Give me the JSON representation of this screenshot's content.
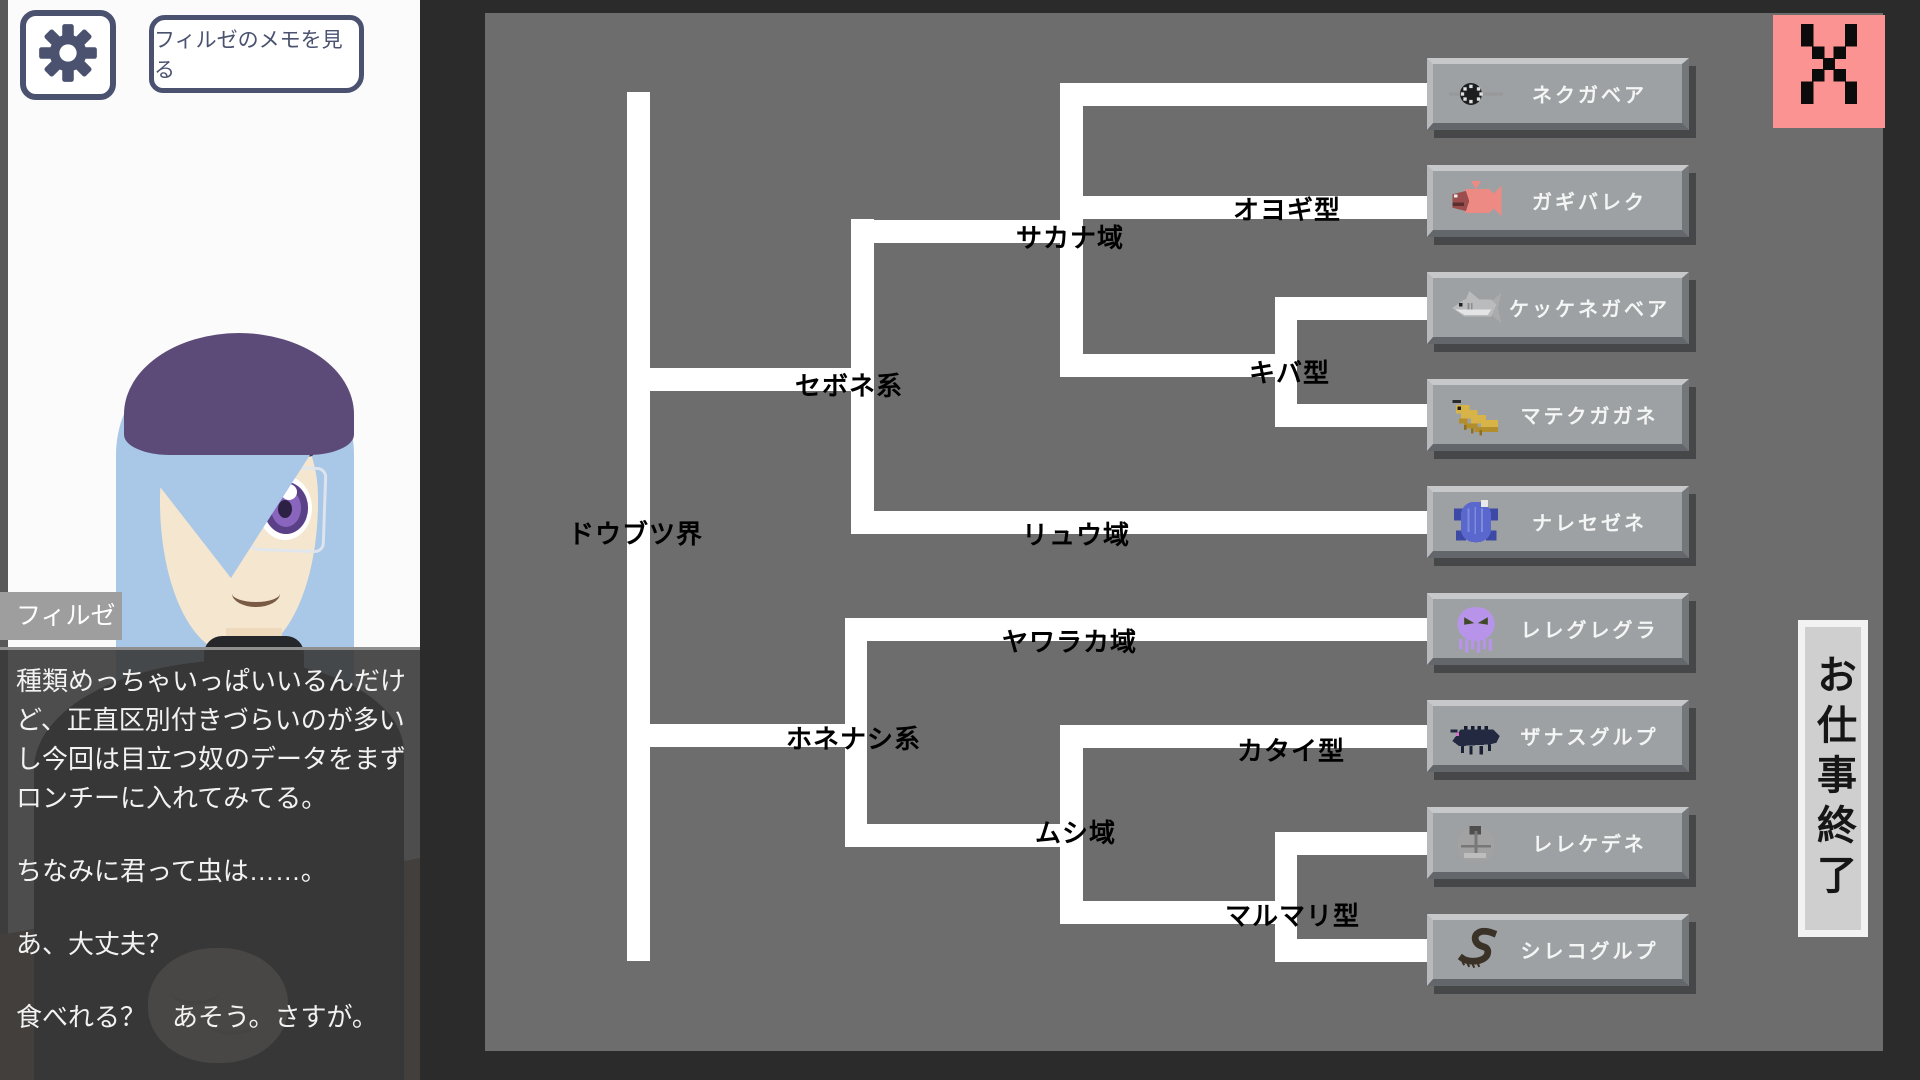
{
  "toolbar": {
    "memo_button_label": "フィルゼのメモを見る"
  },
  "speaker": {
    "name": "フィルゼ"
  },
  "dialogue": {
    "paragraphs": [
      [
        "種類めっちゃいっぱいいるんだけ",
        "ど、正直区別付きづらいのが多い",
        "し今回は目立つ奴のデータをまず",
        "ロンチーに入れてみてる。"
      ],
      [
        "ちなみに君って虫は……。"
      ],
      [
        "あ、大丈夫？"
      ],
      [
        "食べれる？　あそう。さすが。"
      ]
    ]
  },
  "tree": {
    "nodes": {
      "doubutsukai": "ドウブツ界",
      "sebone": "セボネ系",
      "sakana": "サカナ域",
      "oyogi": "オヨギ型",
      "kiba": "キバ型",
      "ryuu": "リュウ域",
      "honenashi": "ホネナシ系",
      "yawaraka": "ヤワラカ域",
      "mushi": "ムシ域",
      "katai": "カタイ型",
      "marumari": "マルマリ型"
    }
  },
  "species": [
    {
      "label": "ネクガベア",
      "icon": "lamprey-icon"
    },
    {
      "label": "ガギバレク",
      "icon": "fish-icon"
    },
    {
      "label": "ケッケネガベア",
      "icon": "shark-icon"
    },
    {
      "label": "マテクガガネ",
      "icon": "shrimp-icon"
    },
    {
      "label": "ナレセゼネ",
      "icon": "turtle-icon"
    },
    {
      "label": "レレグレグラ",
      "icon": "octopus-icon"
    },
    {
      "label": "ザナスグルプ",
      "icon": "beetle-icon"
    },
    {
      "label": "レレケデネ",
      "icon": "rock-icon"
    },
    {
      "label": "シレコグルプ",
      "icon": "worm-icon"
    }
  ],
  "buttons": {
    "close_label": "X",
    "end_work_label": "お仕事終了"
  },
  "icons": {
    "gear-icon": "⚙",
    "close-icon": "X"
  },
  "colors": {
    "outer_bg": "#2b2b2b",
    "panel_bg": "#6d6d6d",
    "tree_line": "#ffffff",
    "button_face": "#9ea1a3",
    "close_bg": "#fc9393",
    "accent_slate": "#4a5270",
    "dialog_bg": "rgba(58,58,58,0.9)",
    "name_tag_bg": "#9e9e9e"
  }
}
